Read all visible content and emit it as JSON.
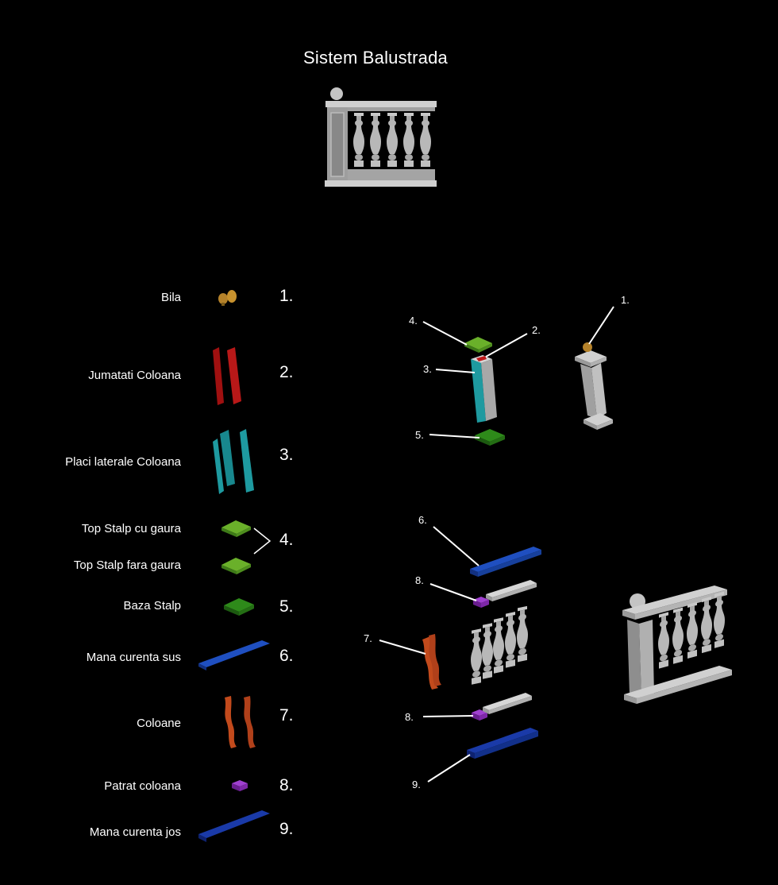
{
  "title": "Sistem Balustrada",
  "parts": [
    {
      "label": "Bila",
      "number": "1."
    },
    {
      "label": "Jumatati Coloana",
      "number": "2."
    },
    {
      "label": "Placi laterale Coloana",
      "number": "3."
    },
    {
      "label": "Top Stalp cu gaura",
      "number": ""
    },
    {
      "label": "Top Stalp fara gaura",
      "number": "4."
    },
    {
      "label": "Baza Stalp",
      "number": "5."
    },
    {
      "label": "Mana curenta sus",
      "number": "6."
    },
    {
      "label": "Coloane",
      "number": "7."
    },
    {
      "label": "Patrat coloana",
      "number": "8."
    },
    {
      "label": "Mana curenta jos",
      "number": "9."
    }
  ],
  "callouts": {
    "c1": "1.",
    "c2": "2.",
    "c3": "3.",
    "c4": "4.",
    "c5": "5.",
    "c6": "6.",
    "c7": "7.",
    "c8a": "8.",
    "c8b": "8.",
    "c9": "9."
  },
  "colors": {
    "background": "#000000",
    "stone": "#b8b8b8",
    "ball": "#b5822a",
    "column_halves": "#a01010",
    "side_plates": "#1e9aa0",
    "top_plate": "#5aa020",
    "base_plate": "#2e8a1a",
    "top_rail": "#1f4fc0",
    "balusters": "#c24a1c",
    "column_square": "#8a2ec0",
    "bottom_rail": "#1a3aa8"
  }
}
